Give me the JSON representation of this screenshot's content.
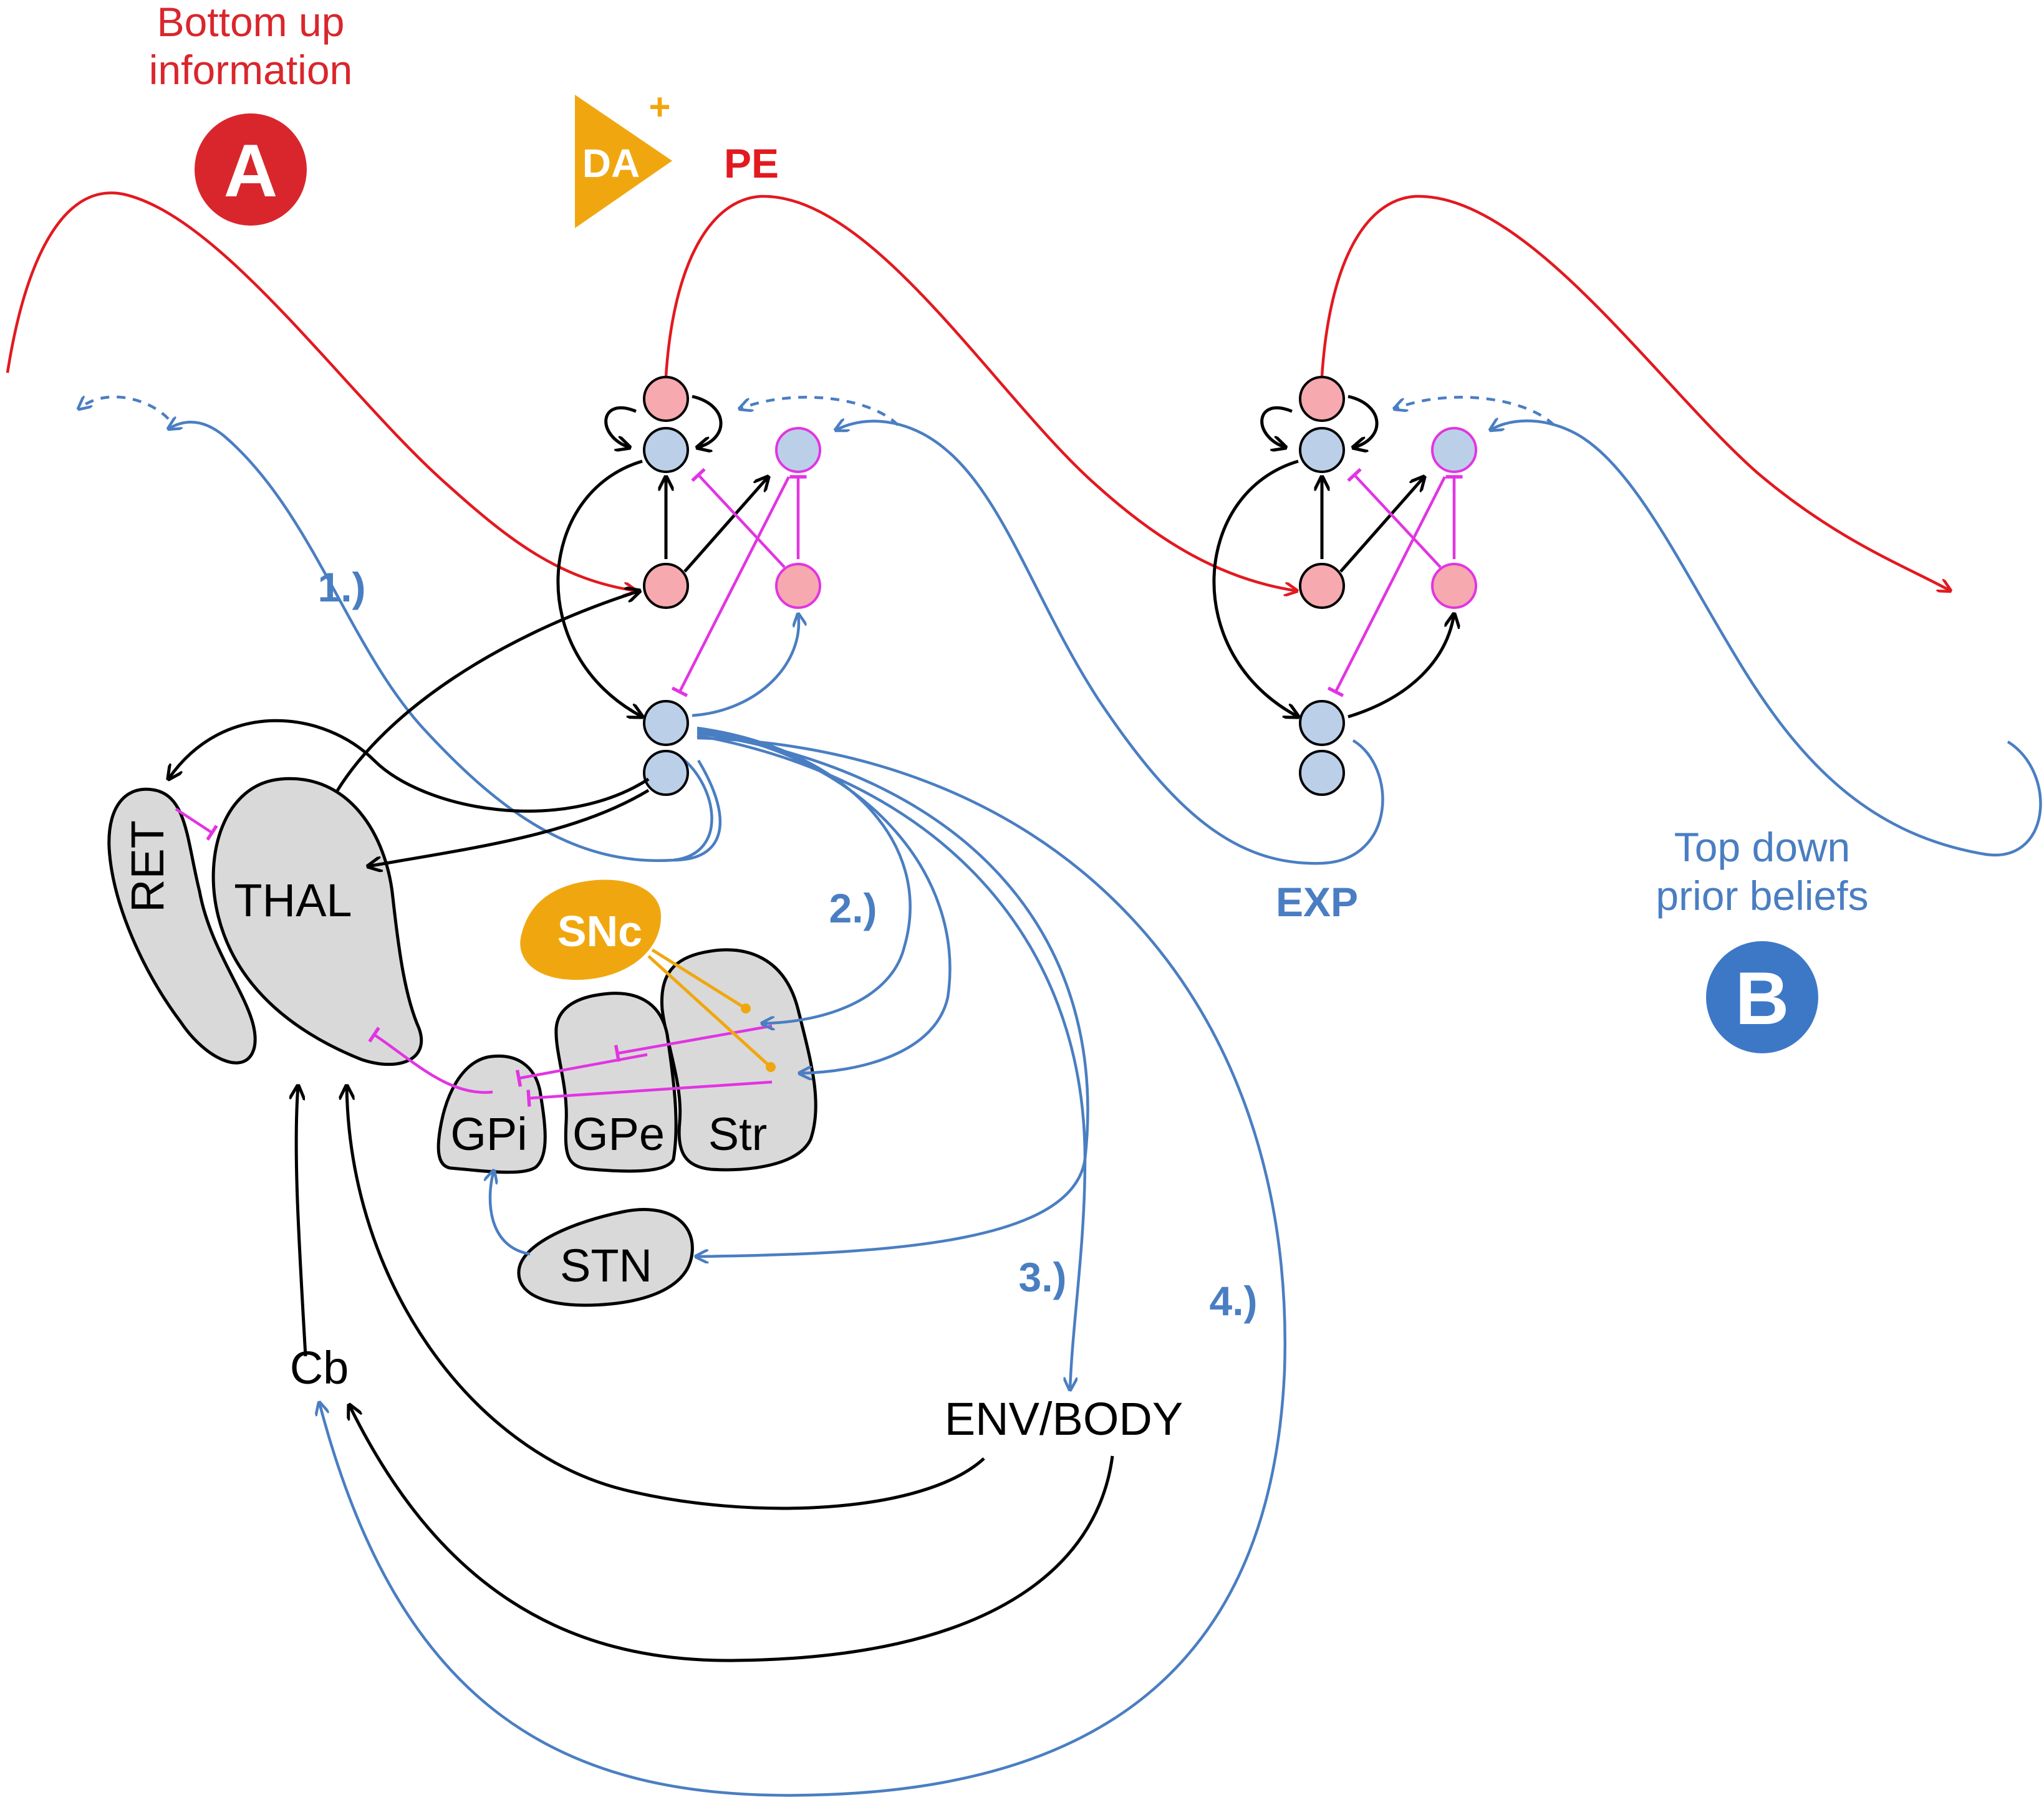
{
  "labels": {
    "bottom_up_line1": "Bottom up",
    "bottom_up_line2": "information",
    "badge_a": "A",
    "badge_b": "B",
    "da": "DA",
    "da_sign": "+",
    "pe": "PE",
    "exp": "EXP",
    "top_down_line1": "Top down",
    "top_down_line2": "prior beliefs",
    "path_1": "1.)",
    "path_2": "2.)",
    "path_3": "3.)",
    "path_4": "4.)"
  },
  "structures": {
    "ret": "RET",
    "thal": "THAL",
    "snc": "SNc",
    "gpi": "GPi",
    "gpe": "GPe",
    "str": "Str",
    "stn": "STN",
    "cb": "Cb",
    "env_body": "ENV/BODY"
  },
  "colors": {
    "prediction_error": "#e2191f",
    "expectation": "#4a7ec2",
    "dopamine": "#f0a70f",
    "inhibitory": "#e234e2",
    "excitatory": "#000000",
    "region_fill": "#d9d9d9",
    "pink_cell": "#f6a9ae",
    "blue_cell": "#bccfe8",
    "badge_a": "#d9262c",
    "badge_b": "#3d78c7"
  }
}
